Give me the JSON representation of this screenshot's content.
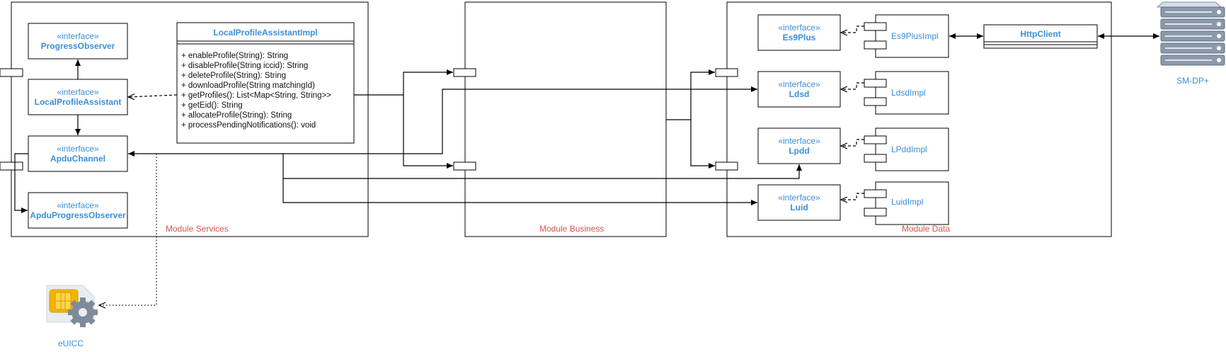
{
  "modules": {
    "services": "Module Services",
    "business": "Module Business",
    "data": "Module Data"
  },
  "stereotype": "«interface»",
  "services_interfaces": {
    "progress_observer": "ProgressObserver",
    "local_profile_assistant": "LocalProfileAssistant",
    "apdu_channel": "ApduChannel",
    "apdu_progress_observer": "ApduProgressObserver"
  },
  "impl_class": {
    "name": "LocalProfileAssistantImpl",
    "methods": [
      "+ enableProfile(String): String",
      "+ disableProfile(String iccid): String",
      "+ deleteProfile(String): String",
      "+ downloadProfile(String matchingId)",
      "+ getProfiles(): List<Map<String, String>>",
      "+ getEid(): String",
      "+ allocateProfile(String): String",
      "+ processPendingNotifications(): void"
    ]
  },
  "data_interfaces": {
    "es9plus": "Es9Plus",
    "ldsd": "Ldsd",
    "lpdd": "Lpdd",
    "luid": "Luid"
  },
  "data_components": {
    "es9plus_impl": "Es9PlusImpl",
    "ldsd_impl": "LdsdImpl",
    "lpdd_impl": "LPddImpl",
    "luid_impl": "LuidImpl"
  },
  "http_client": "HttpClient",
  "server": {
    "label": "SM-DP+",
    "icon": "server-icon"
  },
  "euicc": {
    "label": "eUICC",
    "icon": "sim-card-gear-icon"
  },
  "colors": {
    "accent": "#3a8fd8",
    "module_label": "#d9534f",
    "line": "#000000"
  }
}
